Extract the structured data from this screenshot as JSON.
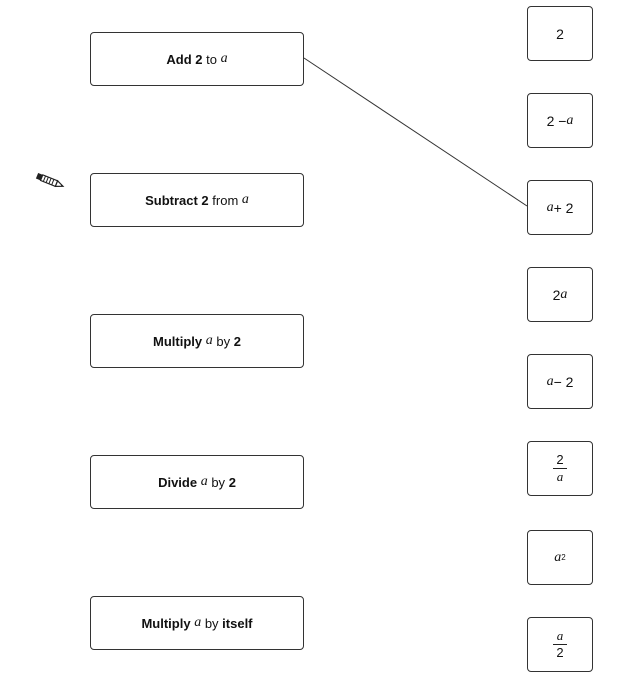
{
  "statements": [
    {
      "parts": [
        {
          "t": "Add 2",
          "s": "b"
        },
        {
          "t": " to ",
          "s": "sp"
        },
        {
          "t": "a",
          "s": "v"
        }
      ]
    },
    {
      "parts": [
        {
          "t": "Subtract 2",
          "s": "b"
        },
        {
          "t": " from ",
          "s": "sp"
        },
        {
          "t": "a",
          "s": "v"
        }
      ]
    },
    {
      "parts": [
        {
          "t": "Multiply",
          "s": "b"
        },
        {
          "t": " ",
          "s": "sp"
        },
        {
          "t": "a",
          "s": "v"
        },
        {
          "t": " by ",
          "s": "sp"
        },
        {
          "t": "2",
          "s": "b"
        }
      ]
    },
    {
      "parts": [
        {
          "t": "Divide",
          "s": "b"
        },
        {
          "t": " ",
          "s": "sp"
        },
        {
          "t": "a",
          "s": "v"
        },
        {
          "t": " by ",
          "s": "sp"
        },
        {
          "t": "2",
          "s": "b"
        }
      ]
    },
    {
      "parts": [
        {
          "t": "Multiply",
          "s": "b"
        },
        {
          "t": " ",
          "s": "sp"
        },
        {
          "t": "a",
          "s": "v"
        },
        {
          "t": " by ",
          "s": "sp"
        },
        {
          "t": "itself",
          "s": "b"
        }
      ]
    }
  ],
  "expressions": [
    {
      "kind": "plain",
      "parts": [
        {
          "t": "2",
          "s": ""
        }
      ]
    },
    {
      "kind": "plain",
      "parts": [
        {
          "t": "2 − ",
          "s": "sp"
        },
        {
          "t": "a",
          "s": "v"
        }
      ]
    },
    {
      "kind": "plain",
      "parts": [
        {
          "t": "a",
          "s": "v"
        },
        {
          "t": " + 2",
          "s": "sp"
        }
      ]
    },
    {
      "kind": "plain",
      "parts": [
        {
          "t": "2",
          "s": ""
        },
        {
          "t": "a",
          "s": "v"
        }
      ]
    },
    {
      "kind": "plain",
      "parts": [
        {
          "t": "a",
          "s": "v"
        },
        {
          "t": " − 2",
          "s": "sp"
        }
      ]
    },
    {
      "kind": "frac",
      "num": "2",
      "num_style": "",
      "den": "a",
      "den_style": "v"
    },
    {
      "kind": "plain",
      "parts": [
        {
          "t": "a",
          "s": "v"
        },
        {
          "t": "2",
          "s": "sup"
        }
      ]
    },
    {
      "kind": "frac",
      "num": "a",
      "num_style": "v",
      "den": "2",
      "den_style": ""
    }
  ],
  "matches": [
    {
      "statement": 0,
      "expression": 2
    }
  ],
  "icons": {
    "pencil": "pencil-icon"
  }
}
